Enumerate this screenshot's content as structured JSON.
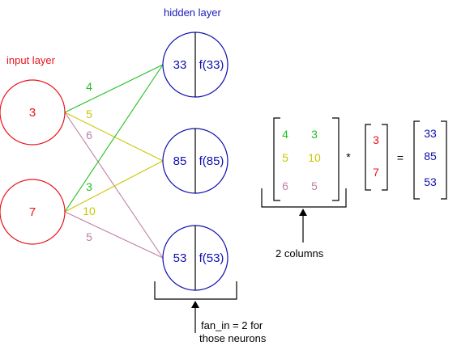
{
  "labels": {
    "input_layer": "input layer",
    "hidden_layer": "hidden layer",
    "columns_note": "2 columns",
    "fan_in_line1": "fan_in = 2 for",
    "fan_in_line2": "those neurons"
  },
  "inputs": [
    {
      "value": "3"
    },
    {
      "value": "7"
    }
  ],
  "hidden": [
    {
      "sum": "33",
      "activation": "f(33)"
    },
    {
      "sum": "85",
      "activation": "f(85)"
    },
    {
      "sum": "53",
      "activation": "f(53)"
    }
  ],
  "edge_weights": [
    {
      "from": 0,
      "to": 0,
      "label": "4"
    },
    {
      "from": 0,
      "to": 1,
      "label": "5"
    },
    {
      "from": 0,
      "to": 2,
      "label": "6"
    },
    {
      "from": 1,
      "to": 0,
      "label": "3"
    },
    {
      "from": 1,
      "to": 1,
      "label": "10"
    },
    {
      "from": 1,
      "to": 2,
      "label": "5"
    }
  ],
  "weight_matrix": [
    [
      "4",
      "3"
    ],
    [
      "5",
      "10"
    ],
    [
      "6",
      "5"
    ]
  ],
  "input_vector": [
    "3",
    "7"
  ],
  "output_vector": [
    "33",
    "85",
    "53"
  ],
  "operators": {
    "multiply": "*",
    "equals": "="
  },
  "colors": {
    "input": "#e8141b",
    "hidden": "#1010b0",
    "hidden_label": "#1a1ab8",
    "input_label": "#e8141b",
    "row_colors": [
      "#22c022",
      "#c8c800",
      "#c080a8"
    ],
    "divider": "#000000"
  }
}
